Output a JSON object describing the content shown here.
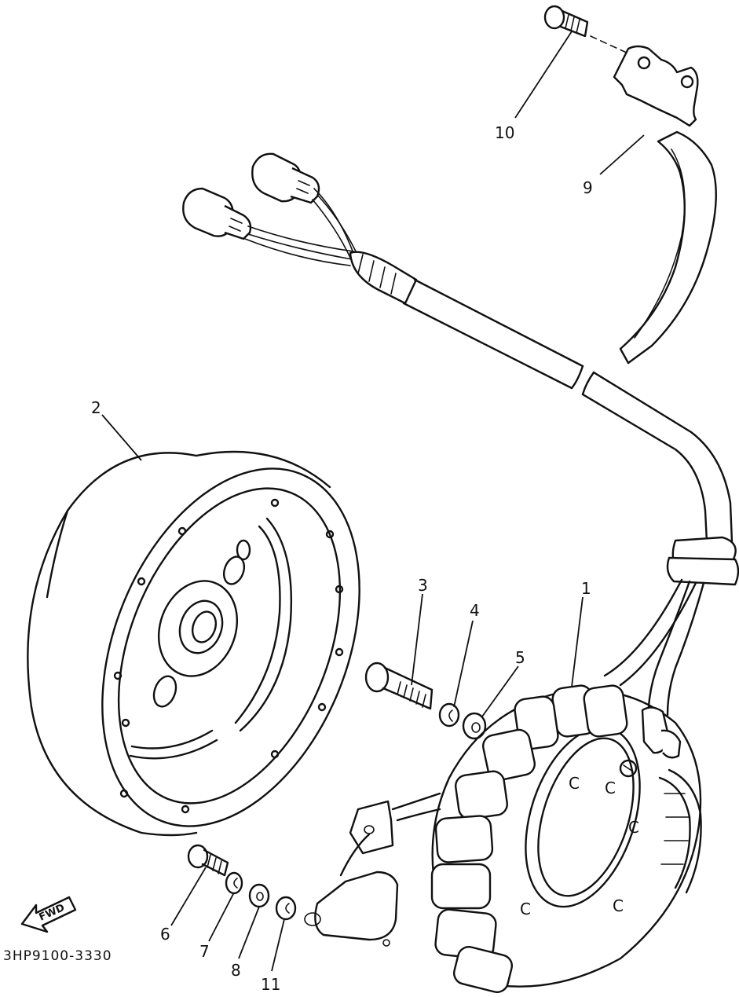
{
  "diagram": {
    "callouts": [
      {
        "id": "c1",
        "label": "1"
      },
      {
        "id": "c2",
        "label": "2"
      },
      {
        "id": "c3",
        "label": "3"
      },
      {
        "id": "c4",
        "label": "4"
      },
      {
        "id": "c5",
        "label": "5"
      },
      {
        "id": "c6",
        "label": "6"
      },
      {
        "id": "c7",
        "label": "7"
      },
      {
        "id": "c8",
        "label": "8"
      },
      {
        "id": "c9",
        "label": "9"
      },
      {
        "id": "c10",
        "label": "10"
      },
      {
        "id": "c11",
        "label": "11"
      }
    ],
    "fwd_label": "FWD",
    "part_number": "3HP9100-3330",
    "stator_marks": [
      "C",
      "C",
      "C",
      "C",
      "C"
    ]
  }
}
